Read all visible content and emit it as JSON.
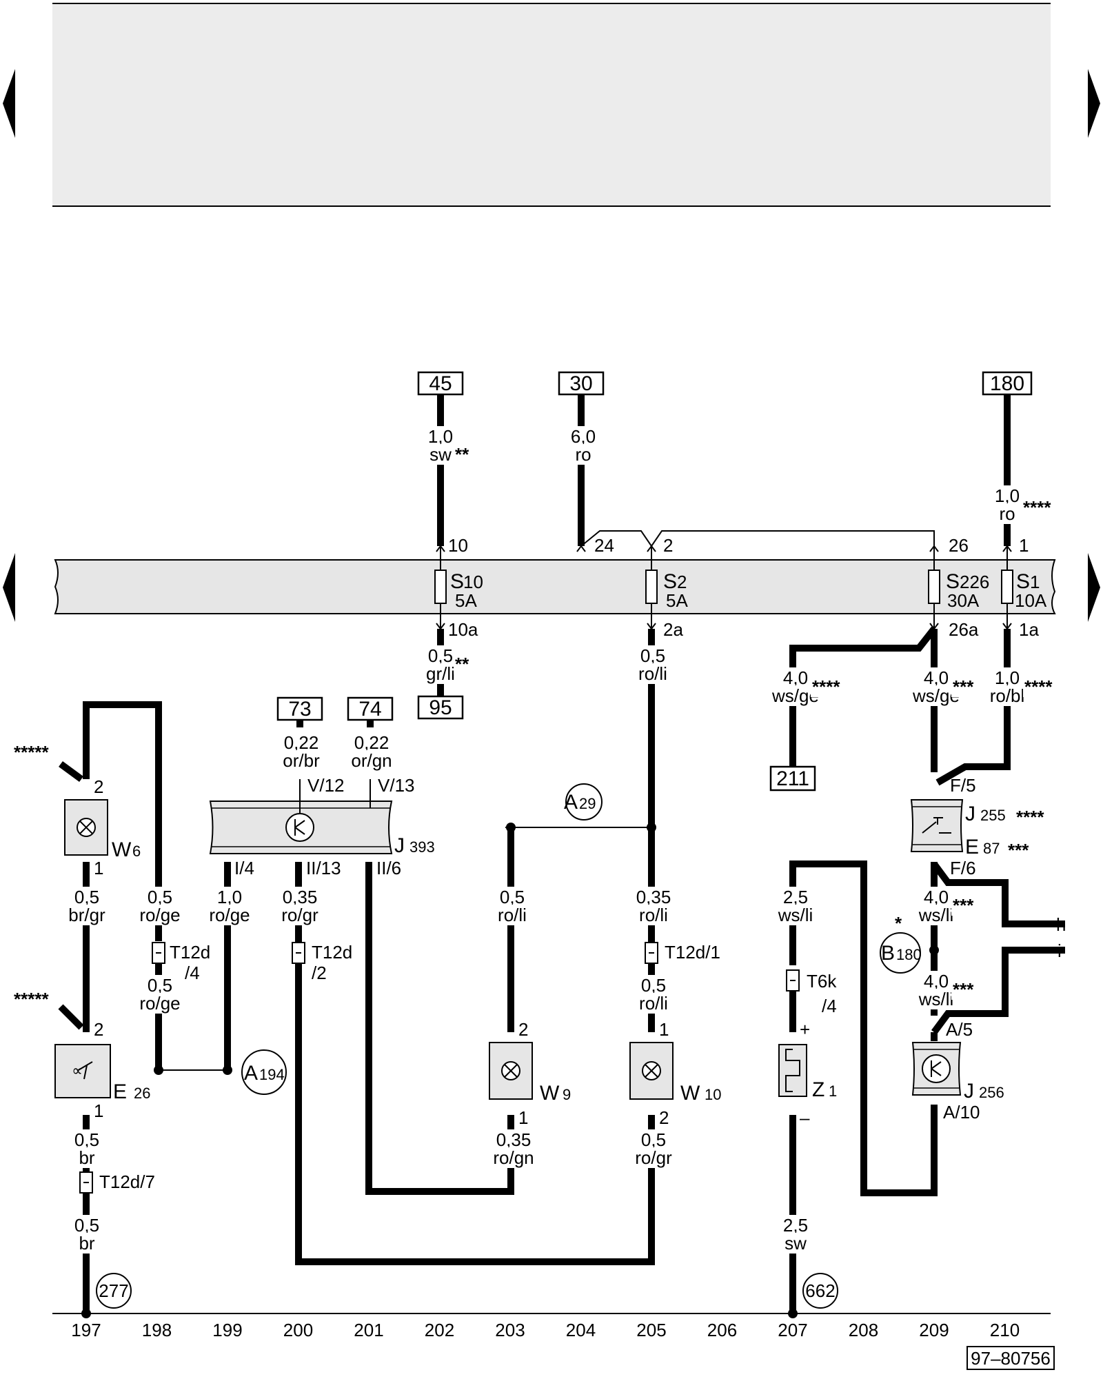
{
  "refs": {
    "top": {
      "r45": "45",
      "r30": "30",
      "r180": "180"
    },
    "r95": "95",
    "r73": "73",
    "r74": "74",
    "r211": "211"
  },
  "wires": {
    "w45": {
      "size": "1,0",
      "color": "sw",
      "note": "**"
    },
    "w30": {
      "size": "6,0",
      "color": "ro"
    },
    "w180": {
      "size": "1,0",
      "color": "ro",
      "note": "****"
    },
    "w95": {
      "size": "0,5",
      "color": "gr/li",
      "note": "**"
    },
    "w205a": {
      "size": "0,5",
      "color": "ro/li"
    },
    "w211": {
      "size": "4,0",
      "color": "ws/ge",
      "note": "****"
    },
    "w209a": {
      "size": "4,0",
      "color": "ws/ge",
      "note": "***"
    },
    "w210": {
      "size": "1,0",
      "color": "ro/bl",
      "note": "****"
    },
    "w73": {
      "size": "0,22",
      "color": "or/br"
    },
    "w74": {
      "size": "0,22",
      "color": "or/gn"
    },
    "w197a": {
      "size": "0,5",
      "color": "br/gr"
    },
    "w198a": {
      "size": "0,5",
      "color": "ro/ge"
    },
    "w198b": {
      "size": "0,5",
      "color": "ro/ge"
    },
    "w199": {
      "size": "1,0",
      "color": "ro/ge"
    },
    "w200": {
      "size": "0,35",
      "color": "ro/gr"
    },
    "w203a": {
      "size": "0,5",
      "color": "ro/li"
    },
    "w205b": {
      "size": "0,35",
      "color": "ro/li"
    },
    "w205c": {
      "size": "0,5",
      "color": "ro/li"
    },
    "w207a": {
      "size": "2,5",
      "color": "ws/li"
    },
    "w209b": {
      "size": "4,0",
      "color": "ws/li",
      "note": "***"
    },
    "w209c": {
      "size": "4,0",
      "color": "ws/li",
      "note": "***"
    },
    "w197b": {
      "size": "0,5",
      "color": "br"
    },
    "w197c": {
      "size": "0,5",
      "color": "br"
    },
    "w203b": {
      "size": "0,35",
      "color": "ro/gn"
    },
    "w205d": {
      "size": "0,5",
      "color": "ro/gr"
    },
    "w207b": {
      "size": "2,5",
      "color": "sw"
    }
  },
  "fuses": {
    "s10": {
      "name": "S",
      "num": "10",
      "amp": "5A",
      "pin_in": "10",
      "pin_out": "10a"
    },
    "s2": {
      "name": "S",
      "num": "2",
      "amp": "5A",
      "pin_in": "2",
      "pin_out": "2a"
    },
    "s226": {
      "name": "S",
      "num": "226",
      "amp": "30A",
      "pin_in": "26",
      "pin_out": "26a"
    },
    "s1": {
      "name": "S",
      "num": "1",
      "amp": "10A",
      "pin_in": "1",
      "pin_out": "1a"
    },
    "pin24": "24"
  },
  "components": {
    "w6": {
      "name": "W",
      "num": "6",
      "pin_top": "2",
      "pin_bot": "1",
      "note": "*****"
    },
    "e26": {
      "name": "E",
      "num": "26",
      "pin_top": "2",
      "pin_bot": "1",
      "note": "*****"
    },
    "j393": {
      "name": "J",
      "num": "393",
      "pins": [
        "V/12",
        "V/13",
        "I/4",
        "II/13",
        "II/6"
      ]
    },
    "w9": {
      "name": "W",
      "num": "9",
      "pin_top": "2",
      "pin_bot": "1"
    },
    "w10": {
      "name": "W",
      "num": "10",
      "pin_top": "1",
      "pin_bot": "2"
    },
    "z1": {
      "name": "Z",
      "num": "1",
      "plus": "+",
      "minus": "–"
    },
    "j255": {
      "name": "J",
      "num": "255",
      "note": "****",
      "pin_top": "F/5",
      "pin_bot": "F/6"
    },
    "e87": {
      "name": "E",
      "num": "87",
      "note": "***"
    },
    "j256": {
      "name": "J",
      "num": "256",
      "pin_top": "A/5",
      "pin_bot": "A/10"
    }
  },
  "connectors": {
    "t12d4": {
      "label": "T12d",
      "label2": "/4"
    },
    "t12d2": {
      "label": "T12d",
      "label2": "/2"
    },
    "t12d1": {
      "label": "T12d/1"
    },
    "t12d7": {
      "label": "T12d/7"
    },
    "t6k4": {
      "label": "T6k",
      "label2": "/4"
    }
  },
  "nodes": {
    "a29": {
      "name": "A",
      "num": "29"
    },
    "a194": {
      "name": "A",
      "num": "194"
    },
    "b180": {
      "name": "B",
      "num": "180",
      "note": "*"
    },
    "g277": "277",
    "g662": "662"
  },
  "ext": {
    "h": "h",
    "i": "i"
  },
  "tracks": [
    "197",
    "198",
    "199",
    "200",
    "201",
    "202",
    "203",
    "204",
    "205",
    "206",
    "207",
    "208",
    "209",
    "210"
  ],
  "doc_id": "97–80756"
}
